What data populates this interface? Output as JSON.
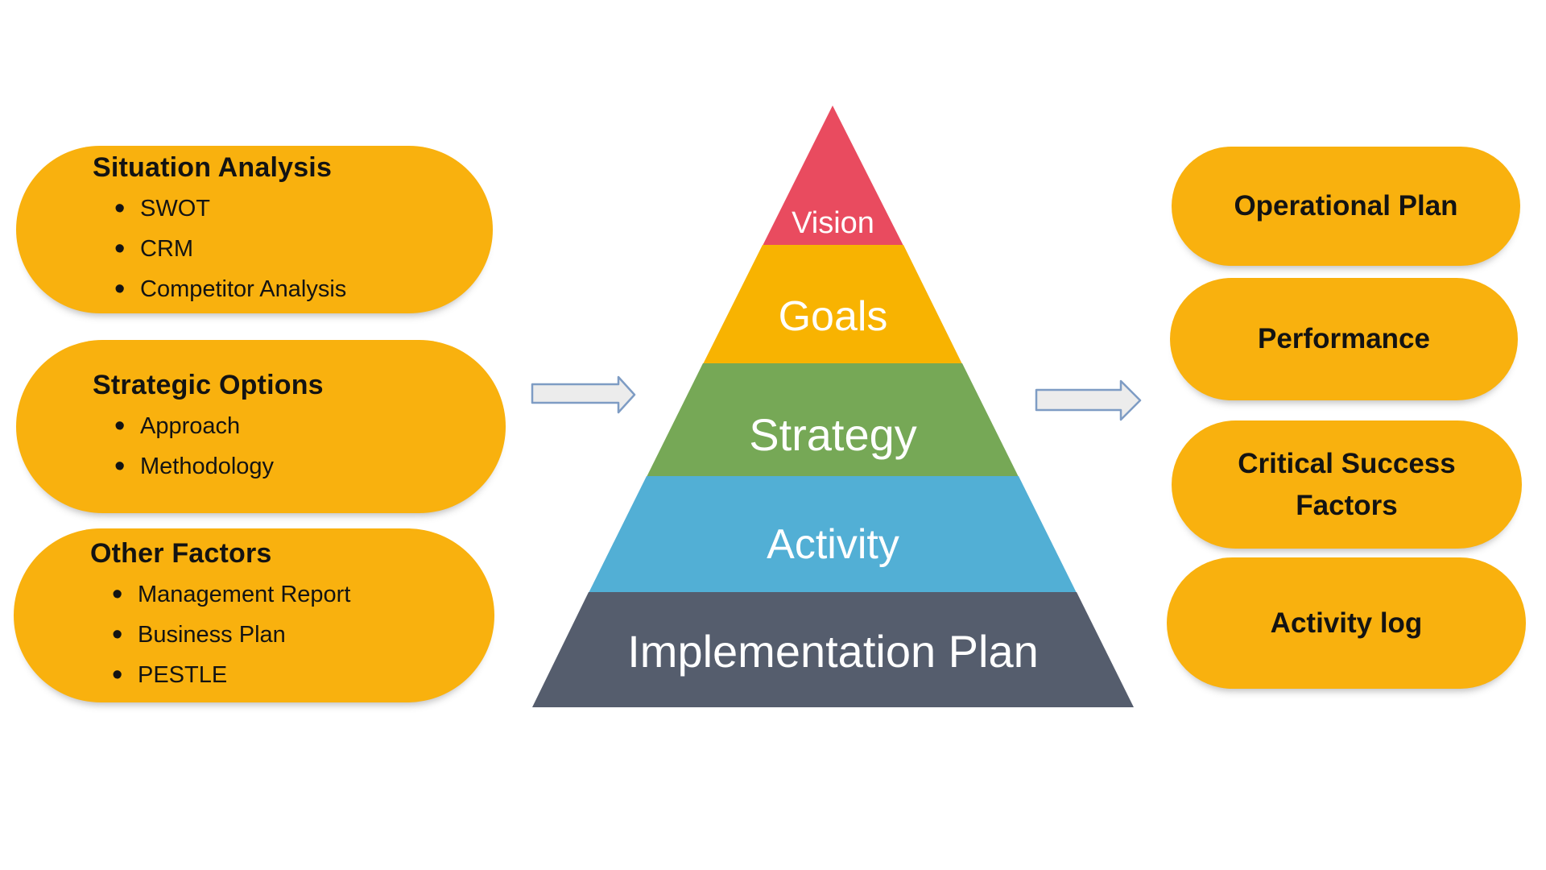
{
  "colors": {
    "background": "#FFFFFF",
    "panel_orange": "#F9B10E",
    "panel_text": "#131313",
    "pyramid_text": "#FFFFFF",
    "arrow_fill": "#ECECEC",
    "arrow_stroke": "#7E9CC4"
  },
  "left_panels": [
    {
      "title": "Situation Analysis",
      "bullets": [
        "SWOT",
        "CRM",
        "Competitor Analysis"
      ]
    },
    {
      "title": "Strategic Options",
      "bullets": [
        "Approach",
        "Methodology"
      ]
    },
    {
      "title": "Other Factors",
      "bullets": [
        "Management Report",
        "Business Plan",
        "PESTLE"
      ]
    }
  ],
  "pyramid": {
    "layers": [
      {
        "label": "Vision",
        "color": "#E94B5F"
      },
      {
        "label": "Goals",
        "color": "#F8B301"
      },
      {
        "label": "Strategy",
        "color": "#76A856"
      },
      {
        "label": "Activity",
        "color": "#52AFD5"
      },
      {
        "label": "Implementation Plan",
        "color": "#555D6D"
      }
    ]
  },
  "right_panels": [
    {
      "label": "Operational Plan"
    },
    {
      "label": "Performance"
    },
    {
      "label": "Critical Success Factors"
    },
    {
      "label": "Activity log"
    }
  ]
}
